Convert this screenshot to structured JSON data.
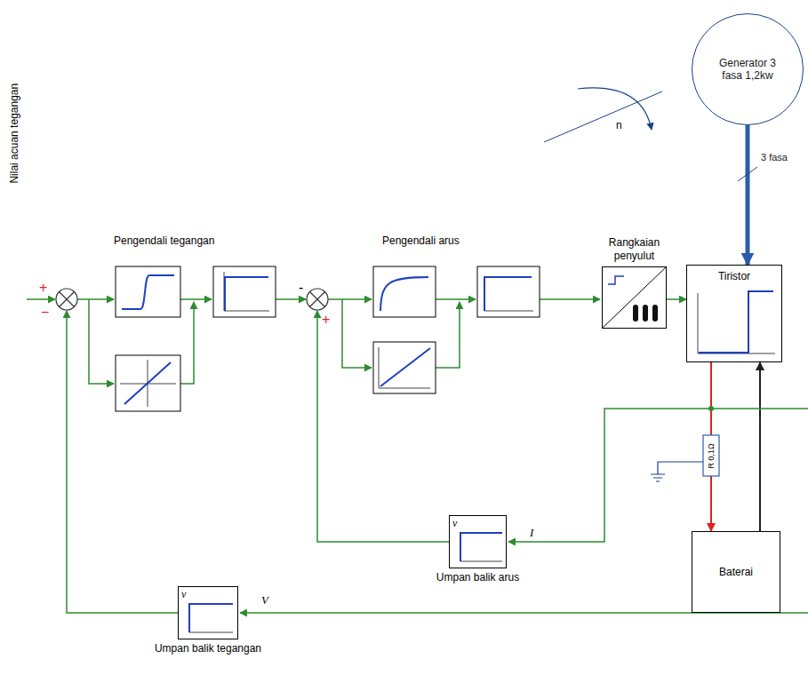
{
  "diagram": {
    "nodes": [
      {
        "text": [
          "Generator 3 fasa 1,2kw"
        ]
      },
      {
        "text": [
          "Rangkaian penyulut"
        ]
      },
      {
        "text": [
          "Tiristor"
        ]
      },
      {
        "text": [
          "Baterai"
        ]
      },
      {
        "text": [
          "v",
          "Umpan balik arus"
        ]
      },
      {
        "text": [
          "v",
          "Umpan balik tegangan"
        ]
      }
    ],
    "edges": [
      {
        "from": 0,
        "to": 2,
        "arrow": "to",
        "label": "3 fasa"
      },
      {
        "from": 1,
        "to": 2,
        "arrow": "to"
      },
      {
        "from": 2,
        "to": 3,
        "arrow": "to"
      },
      {
        "from": 3,
        "to": 2,
        "arrow": "to"
      }
    ],
    "labels": [
      "Nilai acuan tegangan",
      "+",
      "−",
      "Pengendali tegangan",
      "-",
      "+",
      "Pengendali arus",
      "n",
      "R 0,1Ω",
      "I",
      "V"
    ]
  }
}
